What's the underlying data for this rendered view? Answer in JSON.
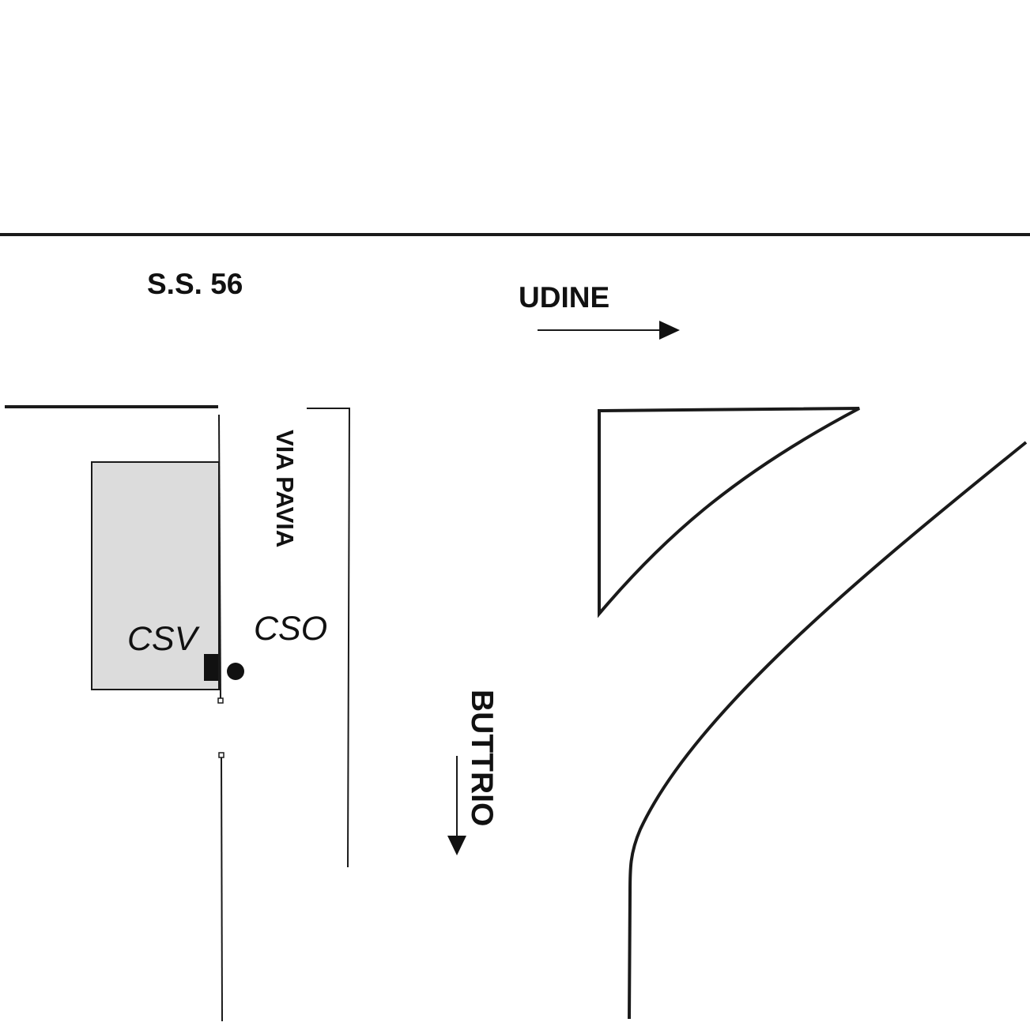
{
  "labels": {
    "highway": "S.S. 56",
    "direction_east": "UDINE",
    "side_street": "VIA PAVIA",
    "direction_south": "BUTTRIO",
    "building_marker": "CSV",
    "street_marker": "CSO"
  },
  "colors": {
    "line": "#1a1a1a",
    "building_fill": "#dcdcdc",
    "background": "#ffffff"
  }
}
